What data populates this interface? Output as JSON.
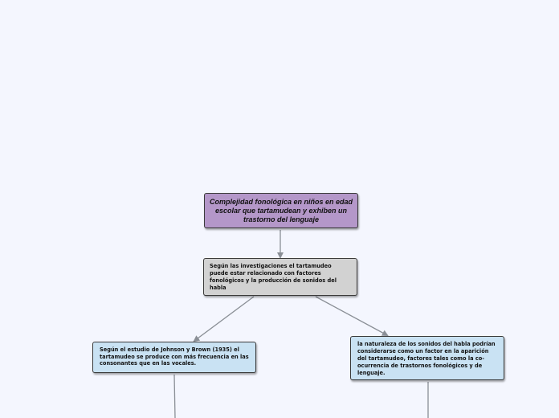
{
  "nodes": {
    "root": "Complejidad fonológica en niños en edad escolar que tartamudean y exhiben un trastorno del lenguaje",
    "middle": "Según las investigaciones el tartamudeo puede estar relacionado con factores fonológicos y la producción de sonidos del habla",
    "left": "Según el estudio de Johnson y Brown (1935) el tartamudeo se produce con más frecuencia en las consonantes que en las vocales.",
    "right": "la naturaleza de los sonidos del habla podrían considerarse como un factor en la aparición del tartamudeo, factores tales como la co-ocurrencia de trastornos fonológicos y de lenguaje."
  },
  "colors": {
    "background": "#f4f6fe",
    "root_fill": "#b497c9",
    "middle_fill": "#d2d2d2",
    "leaf_fill": "#c9e2f3",
    "connector": "#8a8f96"
  }
}
